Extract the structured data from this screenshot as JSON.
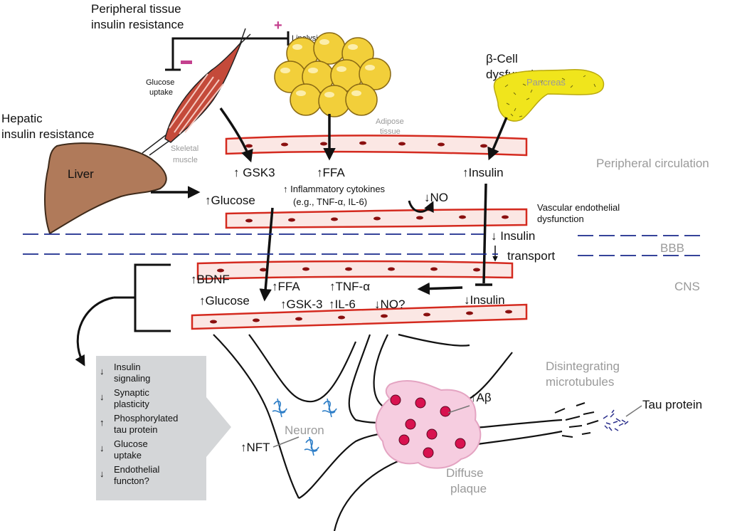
{
  "labels": {
    "peripheral_title_1": "Peripheral tissue",
    "peripheral_title_2": "insulin resistance",
    "plus": "+",
    "minus": "−",
    "lipolysis": "Lipolysis",
    "glucose_uptake_1": "Glucose",
    "glucose_uptake_2": "uptake",
    "adipose_1": "Adipose",
    "adipose_2": "tissue",
    "beta_cell_1": "β-Cell",
    "beta_cell_2": "dysfunction",
    "pancreas": "Pancreas",
    "hepatic_1": "Hepatic",
    "hepatic_2": "insulin resistance",
    "skeletal_1": "Skeletal",
    "skeletal_2": "muscle",
    "liver": "Liver",
    "gsk3": "↑ GSK3",
    "ffa": "↑FFA",
    "insulin_up": "↑Insulin",
    "peripheral_circulation": "Peripheral circulation",
    "glucose": "↑Glucose",
    "inflam_1": "↑ Inflammatory cytokines",
    "inflam_2": "(e.g., TNF-α, IL-6)",
    "no_down": "↓NO",
    "vascular_1": "Vascular endothelial",
    "vascular_2": "dysfunction",
    "insulin_down": "↓ Insulin",
    "transport": "transport",
    "bbb": "BBB",
    "bdnf": "↑BDNF",
    "cns_ffa": "↑FFA",
    "tnf": "↑TNF-α",
    "cns": "CNS",
    "cns_glucose": "↑Glucose",
    "gsk3_cns": "↑GSK-3",
    "il6": "↑IL-6",
    "no_q": "↓NO?",
    "cns_insulin": "↓Insulin",
    "disintegrating_1": "Disintegrating",
    "disintegrating_2": "microtubules",
    "abeta": "↑Aβ",
    "tau": "Tau protein",
    "neuron": "Neuron",
    "nft": "↑NFT",
    "diffuse_1": "Diffuse",
    "diffuse_2": "plaque"
  },
  "effects_box": [
    {
      "arrow": "↓",
      "lines": [
        "Insulin",
        "signaling"
      ]
    },
    {
      "arrow": "↓",
      "lines": [
        "Synaptic",
        "plasticity"
      ]
    },
    {
      "arrow": "↑",
      "lines": [
        "Phosphorylated",
        "tau protein"
      ]
    },
    {
      "arrow": "↓",
      "lines": [
        "Glucose",
        "uptake"
      ]
    },
    {
      "arrow": "↓",
      "lines": [
        "Endothelial",
        "functon?"
      ]
    }
  ],
  "colors": {
    "vessel": "#d42a1f",
    "liver": "#b07a5a",
    "adipose": "#f2cf3a",
    "pancreas": "#f0e51c",
    "plaque": "#f6cde0",
    "plaque_dot": "#d8124f",
    "bbb_line": "#1a2a8c",
    "box_fill": "#d4d6d8",
    "accent_magenta": "#c4408e",
    "neuron_fibril": "#2f7fc8",
    "tau": "#2b2f8c"
  }
}
